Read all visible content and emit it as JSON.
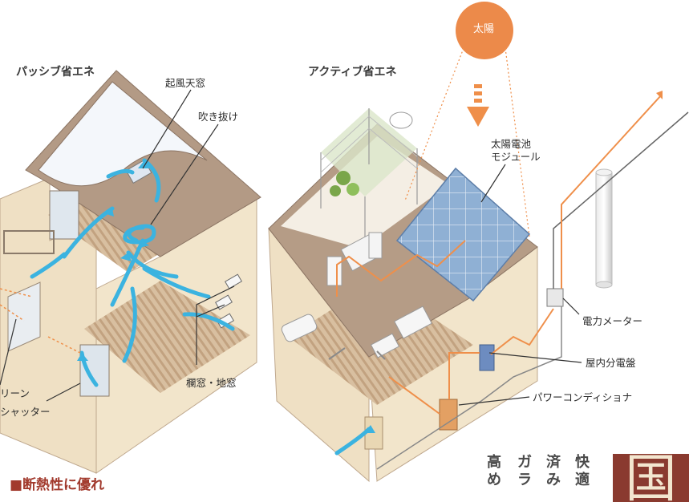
{
  "passive": {
    "title": "パッシブ省エネ",
    "labels": {
      "skylight": "起風天窓",
      "atrium": "吹き抜け",
      "transom_floor_window": "欄窓・地窓",
      "green_curtain_partial": "リーン",
      "shutter_partial": "シャッター"
    }
  },
  "active": {
    "title": "アクティブ省エネ",
    "sun": "太陽",
    "labels": {
      "solar_module_line1": "太陽電池",
      "solar_module_line2": "モジュール",
      "power_meter": "電力メーター",
      "distribution_board": "屋内分電盤",
      "power_conditioner": "パワーコンディショナ"
    }
  },
  "footer": {
    "heading_partial": "■断熱性に優れ",
    "vertical_columns": [
      [
        "快",
        "適"
      ],
      [
        "済",
        "み"
      ],
      [
        "ガ",
        "ラ"
      ],
      [
        "高",
        "め"
      ]
    ],
    "big_kanji": "国"
  },
  "colors": {
    "wall": "#efe2c8",
    "roof": "#b49b87",
    "floor": "#cdb295",
    "air_flow": "#3bb3e0",
    "power_line": "#ef8f4a",
    "sun": "#ec8a4a",
    "panel": "#7f9fc6",
    "heading_red": "#a23a2d"
  }
}
